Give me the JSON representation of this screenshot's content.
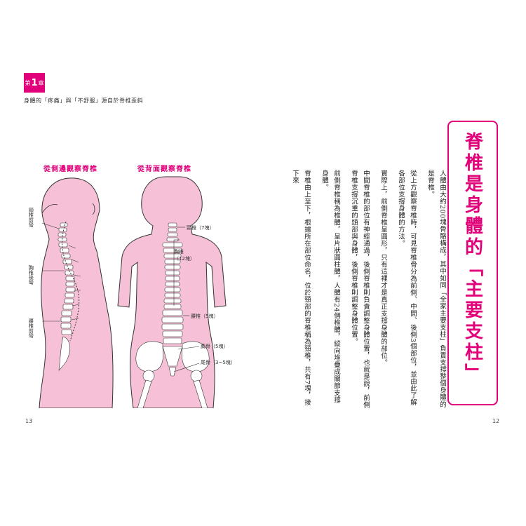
{
  "chapter": {
    "prefix": "第",
    "number": "1",
    "suffix": "章",
    "subtitle": "身體的「疼痛」與「不舒服」源自於脊椎歪斜"
  },
  "figure": {
    "side_title": "從側邊觀察脊椎",
    "back_title": "從背面觀察脊椎",
    "side_labels": {
      "cervical": "頸椎前彎",
      "thoracic": "胸椎後彎",
      "lumbar": "腰椎前彎"
    },
    "back_labels": {
      "cervical": "頸椎（7塊）",
      "thoracic": "胸椎",
      "thoracic_count": "（12塊）",
      "lumbar": "腰椎（5塊）",
      "sacrum": "薦骨（5塊）",
      "coccyx": "尾骨（3~5塊）"
    },
    "colors": {
      "accent": "#e2007a",
      "skin": "#f6c1d7",
      "bone": "#ffffff",
      "outline": "#333333"
    }
  },
  "title": "脊椎是身體的「主要支柱」",
  "body_paragraphs": [
    "人體由大約200塊骨骼構成，其中如同「全家主要支柱」負責支撐整個身體的是脊椎。",
    "從上方觀察脊椎時，可見脊椎骨分為前側、中間、後側3個部位，並由此了解各部位支撐身體的方法。",
    "實際上，前側脊椎呈圓形，只有這裡才是真正支撐身體的部位。",
    "中間脊椎的部位有神經通過，後側脊椎則負責調整身體位置，也就是說，前側脊椎支撐沉重的頭部與身體，後側脊椎則調整身體位置。",
    "前側脊椎稱為椎體，呈片狀圓柱體，人體有24個椎體，縱向堆疊成關節支撐身體。",
    "脊椎由上至下，根據所在部位命名，位於頸部的脊椎稱為頸椎，共有7塊，接下來"
  ],
  "pages": {
    "left": "13",
    "right": "12"
  }
}
